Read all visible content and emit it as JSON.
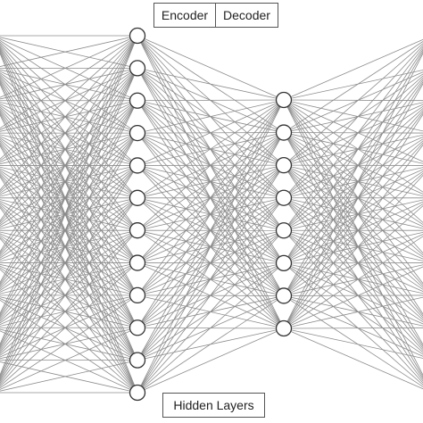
{
  "labels": {
    "encoder": "Encoder",
    "decoder": "Decoder",
    "hidden_layers": "Hidden Layers"
  },
  "network": {
    "layers": [
      {
        "name": "input",
        "nodes": 12,
        "visible": false
      },
      {
        "name": "hidden-1",
        "nodes": 12,
        "visible": true
      },
      {
        "name": "hidden-2",
        "nodes": 8,
        "visible": true
      },
      {
        "name": "output",
        "nodes": 12,
        "visible": false
      }
    ],
    "fully_connected": true,
    "edge_color": "#8c8c8c",
    "node_stroke": "#333333",
    "node_fill": "#ffffff"
  }
}
